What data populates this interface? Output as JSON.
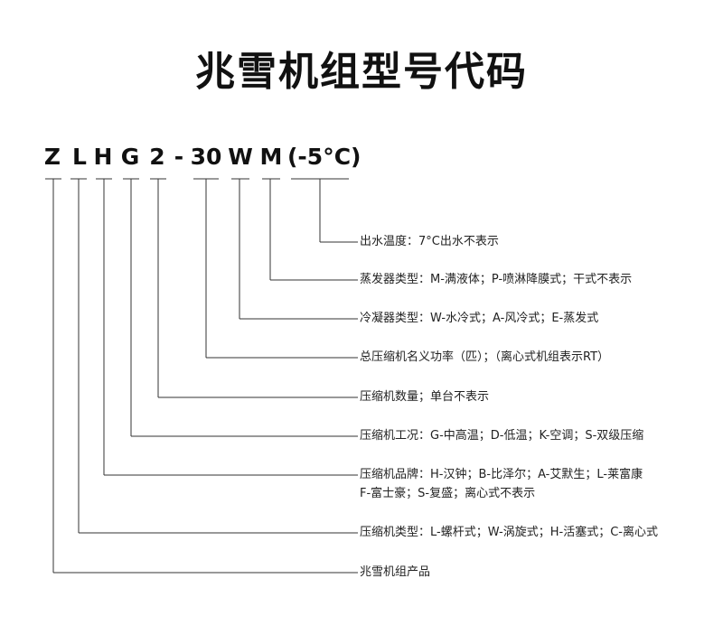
{
  "title": "兆雪机组型号代码",
  "code": {
    "z": "Z",
    "l": "L",
    "h": "H",
    "g": "G",
    "two": "2",
    "dash": "-",
    "thirty": "30",
    "w": "W",
    "m": "M",
    "temp": "(-5°C)"
  },
  "descriptions": {
    "outlet_temp": "出水温度：7°C出水不表示",
    "evaporator_type": "蒸发器类型：M-满液体；P-喷淋降膜式；干式不表示",
    "condenser_type": "冷凝器类型：W-水冷式；A-风冷式；E-蒸发式",
    "total_power": "总压缩机名义功率（匹）；（离心式机组表示RT）",
    "compressor_count": "压缩机数量；单台不表示",
    "compressor_condition": "压缩机工况：G-中高温；D-低温；K-空调；S-双级压缩",
    "compressor_brand_line1": "压缩机品牌：H-汉钟；B-比泽尔；A-艾默生；L-莱富康",
    "compressor_brand_line2": "F-富士豪；S-复盛；离心式不表示",
    "compressor_type": "压缩机类型：L-螺杆式；W-涡旋式；H-活塞式；C-离心式",
    "product": "兆雪机组产品"
  }
}
